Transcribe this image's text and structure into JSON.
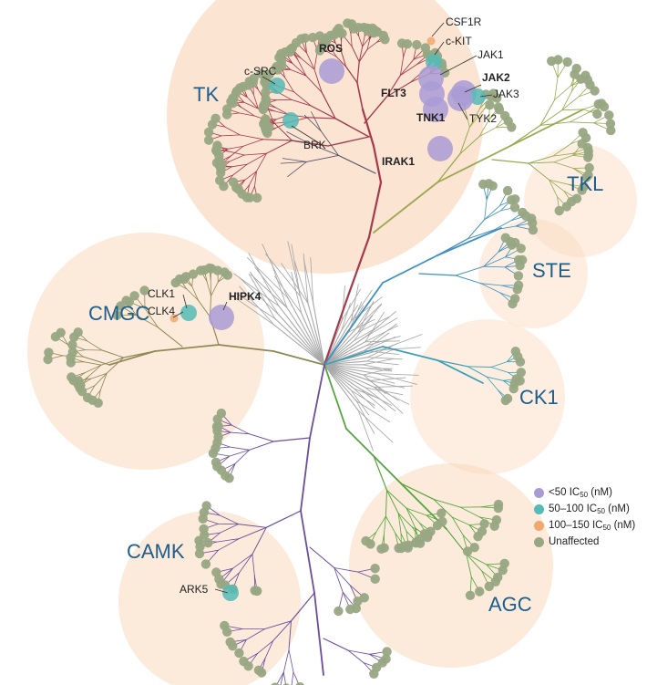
{
  "family_labels": {
    "tk": "TK",
    "tkl": "TKL",
    "ste": "STE",
    "cmgc": "CMGC",
    "ck1": "CK1",
    "camk": "CAMK",
    "agc": "AGC"
  },
  "kinase_labels": {
    "csf1r": "CSF1R",
    "ros": "ROS",
    "ckit": "c-KIT",
    "jak1": "JAK1",
    "csrc": "c-SRC",
    "jak2": "JAK2",
    "flt3": "FLT3",
    "jak3": "JAK3",
    "tnk1": "TNK1",
    "tyk2": "TYK2",
    "brk": "BRK",
    "irak1": "IRAK1",
    "clk1": "CLK1",
    "clk4": "CLK4",
    "hipk4": "HIPK4",
    "ark5": "ARK5"
  },
  "legend": [
    {
      "text": "<50 IC50 (nM)",
      "main": "<50 IC",
      "sub": "50",
      "tail": " (nM)",
      "color": "#a99bd6"
    },
    {
      "text": "50–100 IC50 (nM)",
      "main": "50–100 IC",
      "sub": "50",
      "tail": " (nM)",
      "color": "#55bbb6"
    },
    {
      "text": "100–150 IC50 (nM)",
      "main": "100–150 IC",
      "sub": "50",
      "tail": " (nM)",
      "color": "#f0a86e"
    },
    {
      "text": "Unaffected",
      "main": "Unaffected",
      "sub": "",
      "tail": "",
      "color": "#98a783"
    }
  ],
  "colors": {
    "circle": "#fad9bd",
    "family_text": "#1d5e8c",
    "tk_branch": "#a53a4c",
    "tkl_branch": "#9aa852",
    "ste_branch": "#3f8fbf",
    "ck1_branch": "#3aa0b7",
    "cmgc_branch": "#8e8a55",
    "agc_branch": "#53a53c",
    "camk_branch": "#6a4d9c",
    "other_branch": "#a8a8a8",
    "atypical_branch": "#56506b",
    "unaffected": "#98a783",
    "strong": "#a99bd6",
    "mid": "#55bbb6",
    "weak": "#f0a86e"
  },
  "hit_levels": {
    "csf1r": "weak",
    "ros": "strong",
    "ckit": "mid",
    "jak1": "strong",
    "csrc": "mid",
    "jak2": "strong",
    "flt3": "strong",
    "jak3": "mid",
    "tnk1": "strong",
    "tyk2": "strong",
    "brk": "mid",
    "irak1": "strong",
    "clk1": "mid",
    "clk4": "weak",
    "hipk4": "strong",
    "ark5": "mid"
  }
}
